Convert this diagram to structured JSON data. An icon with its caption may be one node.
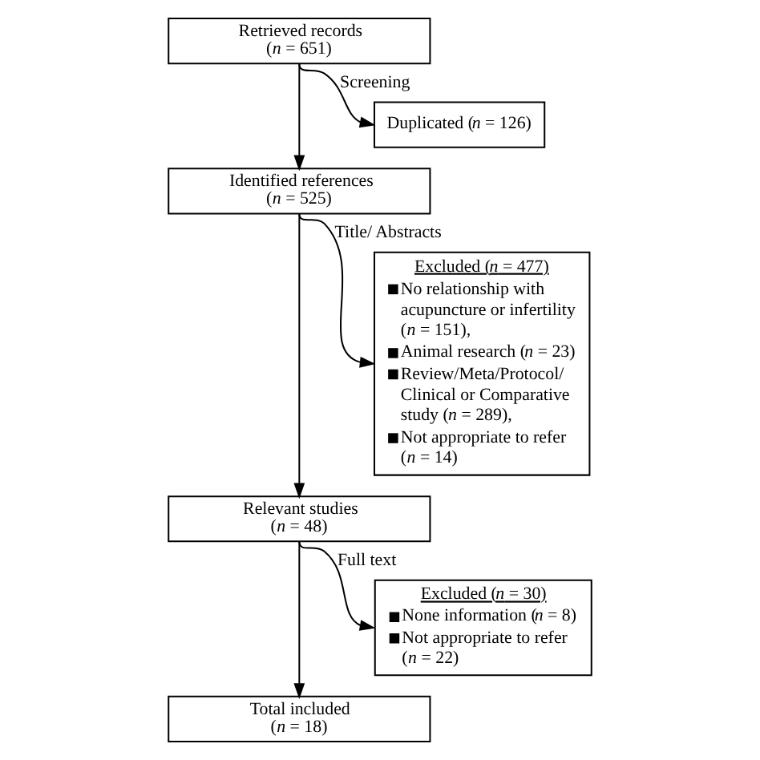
{
  "diagram": {
    "nodes": [
      {
        "text": [
          "Retrieved records (*n* = 651)"
        ]
      },
      {
        "text": [
          "Duplicated (*n* = 126)"
        ]
      },
      {
        "text": [
          "Identified references (*n* = 525)"
        ]
      },
      {
        "text": [
          "Excluded (*n* = 477)",
          "No relationship with acupuncture or infertility (*n* = 151),",
          "Animal research (*n* = 23)",
          "Review/Meta/Protocol/ Clinical or Comparative study (*n* = 289),",
          "Not appropriate to refer (*n* = 14)"
        ]
      },
      {
        "text": [
          "Relevant studies (*n* = 48)"
        ]
      },
      {
        "text": [
          "Excluded (*n* = 30)",
          "None information (*n* = 8)",
          "Not appropriate to refer (*n* = 22)"
        ]
      },
      {
        "text": [
          "Total included (*n* = 18)"
        ]
      }
    ],
    "edges": [
      {
        "from": 0,
        "to": 2,
        "arrow": "to"
      },
      {
        "from": 0,
        "to": 1,
        "arrow": "to",
        "label": "Screening"
      },
      {
        "from": 2,
        "to": 4,
        "arrow": "to"
      },
      {
        "from": 2,
        "to": 3,
        "arrow": "to",
        "label": "Title/ Abstracts"
      },
      {
        "from": 4,
        "to": 6,
        "arrow": "to"
      },
      {
        "from": 4,
        "to": 5,
        "arrow": "to",
        "label": "Full text"
      }
    ]
  }
}
